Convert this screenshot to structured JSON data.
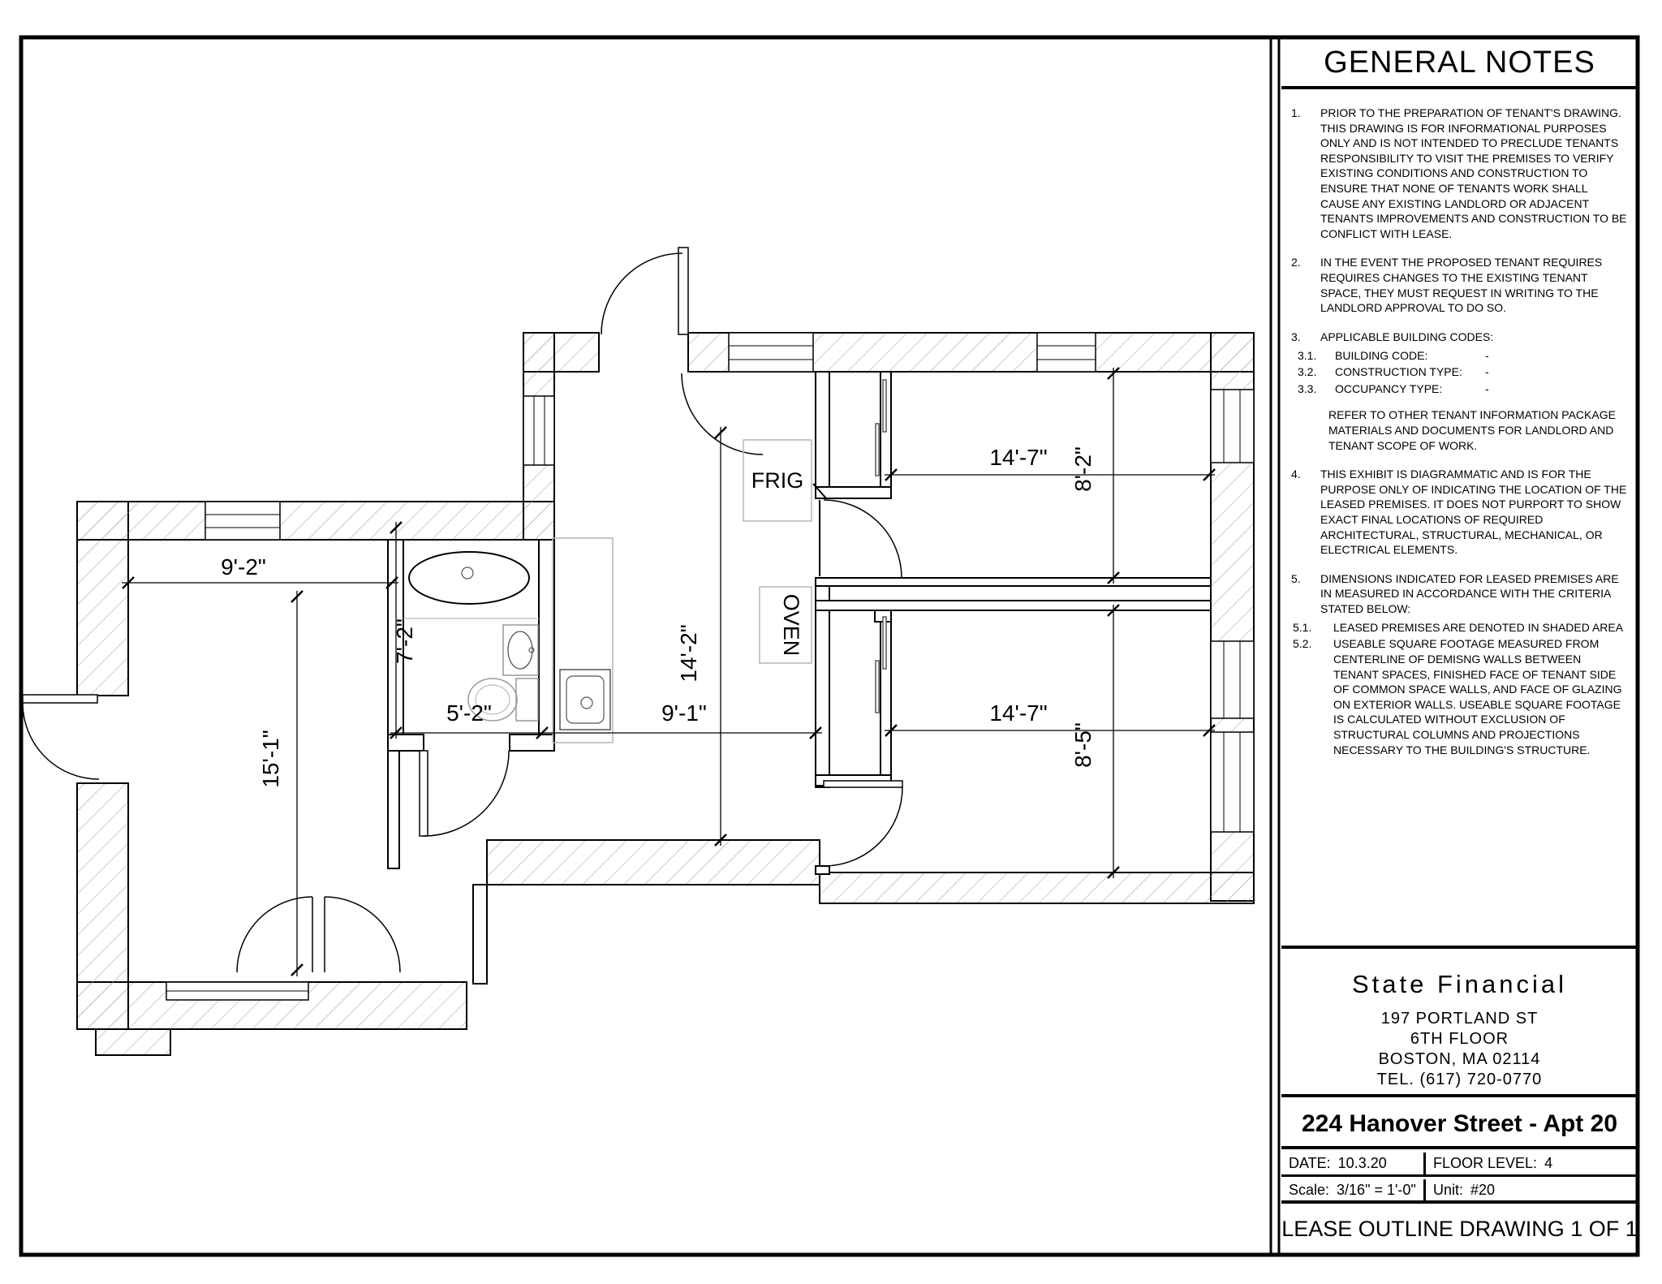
{
  "notes": {
    "title": "GENERAL NOTES",
    "items": [
      {
        "num": "1.",
        "text": "PRIOR TO THE PREPARATION OF TENANT'S DRAWING.  THIS DRAWING IS FOR INFORMATIONAL PURPOSES ONLY AND IS NOT INTENDED TO PRECLUDE TENANTS RESPONSIBILITY TO VISIT THE PREMISES TO VERIFY EXISTING CONDITIONS AND CONSTRUCTION TO ENSURE THAT NONE OF TENANTS WORK SHALL CAUSE ANY EXISTING LANDLORD OR ADJACENT TENANTS IMPROVEMENTS AND CONSTRUCTION TO BE CONFLICT WITH LEASE."
      },
      {
        "num": "2.",
        "text": "IN THE EVENT THE PROPOSED TENANT REQUIRES REQUIRES CHANGES TO THE EXISTING TENANT SPACE, THEY MUST REQUEST  IN WRITING TO THE LANDLORD APPROVAL TO DO SO."
      },
      {
        "num": "3.",
        "text": "APPLICABLE BUILDING CODES:"
      },
      {
        "num": "4.",
        "text": "THIS EXHIBIT IS DIAGRAMMATIC AND IS FOR THE PURPOSE ONLY OF INDICATING THE LOCATION OF THE LEASED PREMISES.  IT DOES NOT PURPORT TO SHOW EXACT FINAL LOCATIONS OF REQUIRED ARCHITECTURAL, STRUCTURAL, MECHANICAL, OR ELECTRICAL ELEMENTS."
      },
      {
        "num": "5.",
        "text": "DIMENSIONS INDICATED FOR LEASED PREMISES ARE IN MEASURED IN ACCORDANCE WITH THE CRITERIA STATED BELOW:"
      }
    ],
    "sub3": [
      {
        "num": "3.1.",
        "label": "BUILDING CODE:",
        "value": "-"
      },
      {
        "num": "3.2.",
        "label": "CONSTRUCTION TYPE:",
        "value": "-"
      },
      {
        "num": "3.3.",
        "label": "OCCUPANCY TYPE:",
        "value": "-"
      }
    ],
    "refer": "REFER TO OTHER TENANT INFORMATION PACKAGE MATERIALS AND DOCUMENTS FOR LANDLORD AND TENANT SCOPE OF WORK.",
    "sub5": [
      {
        "num": "5.1.",
        "text": "LEASED PREMISES ARE DENOTED IN SHADED AREA"
      },
      {
        "num": "5.2.",
        "text": "USEABLE SQUARE FOOTAGE MEASURED FROM CENTERLINE OF DEMISNG WALLS BETWEEN TENANT SPACES, FINISHED FACE OF TENANT SIDE OF COMMON SPACE WALLS, AND FACE OF GLAZING ON EXTERIOR WALLS.  USEABLE SQUARE FOOTAGE IS CALCULATED WITHOUT EXCLUSION OF STRUCTURAL COLUMNS AND PROJECTIONS NECESSARY TO THE BUILDING'S STRUCTURE."
      }
    ]
  },
  "firm": {
    "name": "State Financial",
    "address_line1": "197 PORTLAND ST",
    "address_line2": "6TH FLOOR",
    "address_line3": "BOSTON, MA 02114",
    "phone": "TEL. (617) 720-0770"
  },
  "title_block": {
    "project": "224 Hanover Street - Apt 20",
    "date_label": "DATE:",
    "date": "10.3.20",
    "floor_label": "FLOOR LEVEL:",
    "floor": "4",
    "scale_label": "Scale:",
    "scale": "3/16\" = 1'-0\"",
    "unit_label": "Unit:",
    "unit": "#20",
    "drawing_title": "LEASE OUTLINE DRAWING 1 OF 1"
  },
  "plan": {
    "labels": {
      "fridge": "FRIG",
      "oven": "OVEN"
    },
    "dimensions": {
      "left_room_width": "9'-2\"",
      "left_room_height": "15'-1\"",
      "bath_height": "7'-2\"",
      "bath_width": "5'-2\"",
      "kitchen_width": "9'-1\"",
      "kitchen_height": "14'-2\"",
      "bedroom1_width": "14'-7\"",
      "bedroom1_depth": "8'-2\"",
      "bedroom2_width": "14'-7\"",
      "bedroom2_depth": "8'-5\""
    }
  }
}
